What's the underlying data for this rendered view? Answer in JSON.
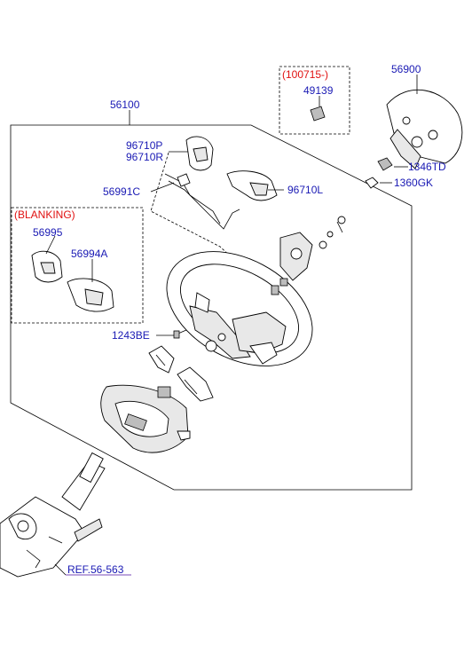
{
  "labels": {
    "main_assembly": "56100",
    "airbag_module": "56900",
    "update_code": "(100715-)",
    "nut_49139": "49139",
    "cover_p": "96710P",
    "cover_r": "96710R",
    "clip_56991c": "56991C",
    "cover_l": "96710L",
    "blanking": "(BLANKING)",
    "blank_56995": "56995",
    "blank_56994a": "56994A",
    "bolt_1243be": "1243BE",
    "bolt_1346td": "1346TD",
    "nut_1360gk": "1360GK",
    "reference": "REF.56-563"
  },
  "colors": {
    "part_number": "#1a1ab4",
    "update_code": "#e01010",
    "reference_underline": "#7a4bb8"
  }
}
